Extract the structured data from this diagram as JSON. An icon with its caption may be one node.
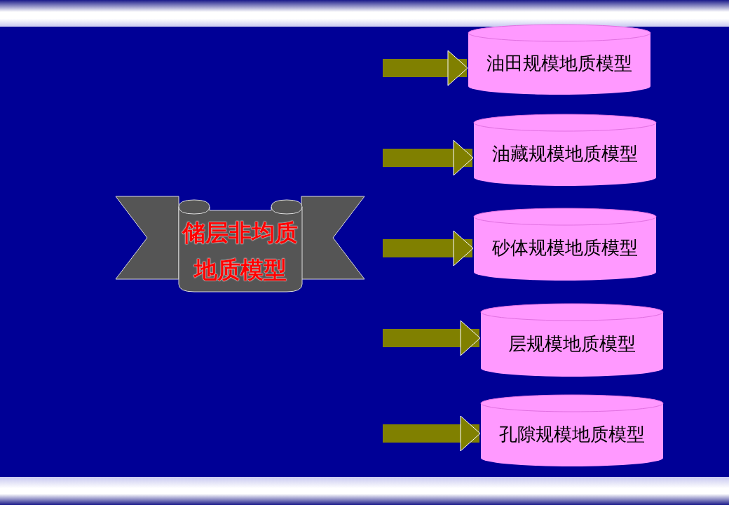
{
  "diagram": {
    "nodes": [
      {
        "text": [
          "储层非均质地质模型"
        ]
      },
      {
        "text": [
          "油田规模地质模型"
        ]
      },
      {
        "text": [
          "油藏规模地质模型"
        ]
      },
      {
        "text": [
          "砂体规模地质模型"
        ]
      },
      {
        "text": [
          "层规模地质模型"
        ]
      },
      {
        "text": [
          "孔隙规模地质模型"
        ]
      }
    ],
    "edges": [
      {
        "from": null,
        "to": 1,
        "arrow": "to"
      },
      {
        "from": null,
        "to": 2,
        "arrow": "to"
      },
      {
        "from": null,
        "to": 3,
        "arrow": "to"
      },
      {
        "from": null,
        "to": 4,
        "arrow": "to"
      },
      {
        "from": null,
        "to": 5,
        "arrow": "to"
      }
    ]
  }
}
